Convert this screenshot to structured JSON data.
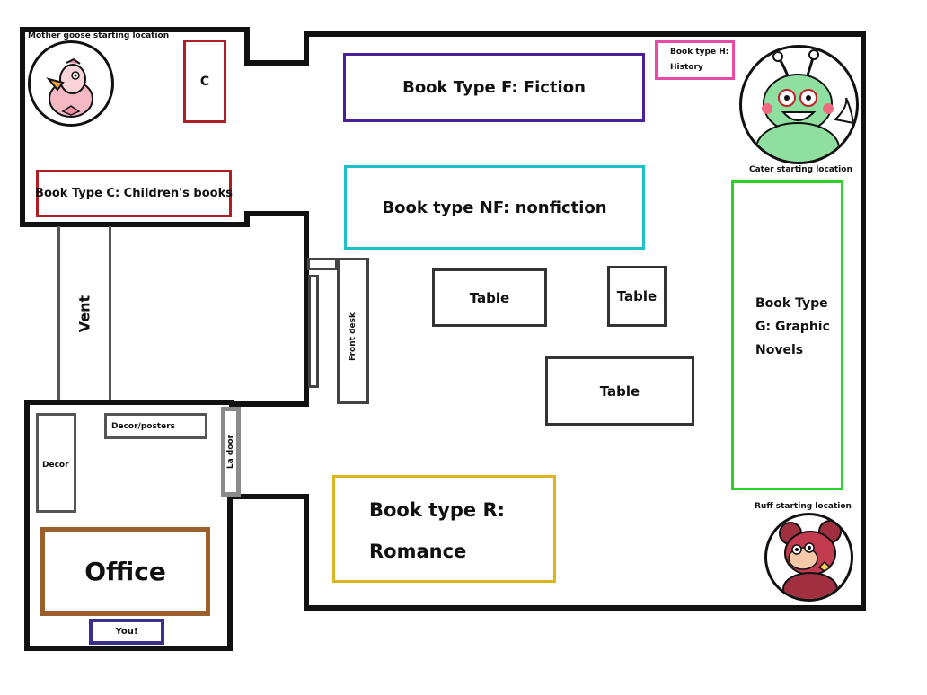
{
  "labels": {
    "mother_goose": "Mother goose starting location",
    "c_shelf": "C",
    "children_books": "Book Type C: Children's books",
    "fiction": "Book Type F: Fiction",
    "history_line1": "Book type H:",
    "history_line2": "History",
    "cater": "Cater starting location",
    "nonfiction": "Book type NF: nonfiction",
    "graphic_line1": "Book Type",
    "graphic_line2": "G: Graphic",
    "graphic_line3": "Novels",
    "vent": "Vent",
    "front_desk": "Front desk",
    "table_1": "Table",
    "table_2": "Table",
    "table_3": "Table",
    "decor_posters": "Decor/posters",
    "decor": "Decor",
    "la_door": "La door",
    "office": "Office",
    "you": "You!",
    "romance_line1": "Book type R:",
    "romance_line2": "Romance",
    "ruff": "Ruff starting location"
  },
  "colors": {
    "wall": "#111111",
    "fiction": "#4b1e9a",
    "nonfiction": "#1cc0c8",
    "children": "#b01e24",
    "c_shelf": "#b01e24",
    "history": "#ec4aa8",
    "graphic": "#2fd02a",
    "romance": "#dcb41e",
    "office": "#9a5f2c",
    "you": "#3a2f8a",
    "vent": "#555555",
    "la_door": "#8a8a8a"
  },
  "icons": {
    "mother_goose": "goose-character-icon",
    "cater": "green-cat-character-icon",
    "ruff": "bear-character-icon"
  }
}
